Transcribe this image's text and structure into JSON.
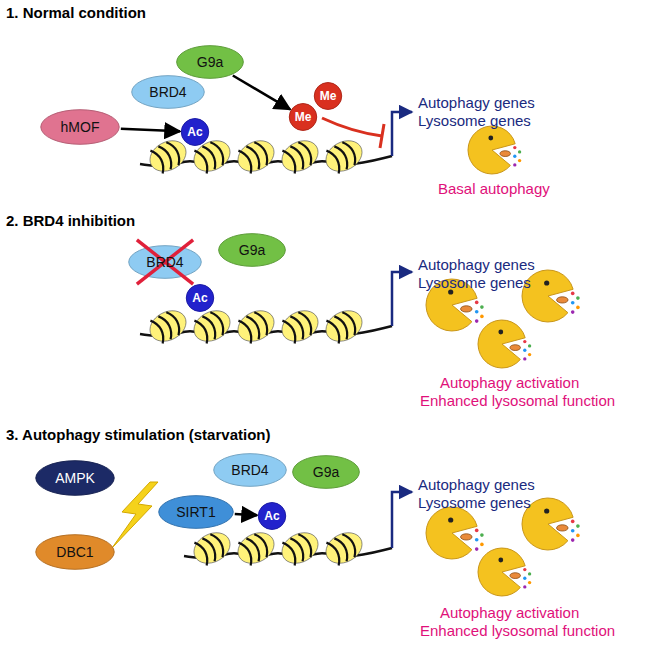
{
  "diagram": {
    "nodes": [
      {
        "text": [
          "G9a"
        ]
      },
      {
        "text": [
          "BRD4"
        ]
      },
      {
        "text": [
          "hMOF"
        ]
      },
      {
        "text": [
          "Ac"
        ]
      },
      {
        "text": [
          "Me"
        ]
      },
      {
        "text": [
          "Me"
        ]
      },
      {
        "text": [
          "BRD4"
        ]
      },
      {
        "text": [
          "G9a"
        ]
      },
      {
        "text": [
          "Ac"
        ]
      },
      {
        "text": [
          "AMPK"
        ]
      },
      {
        "text": [
          "DBC1"
        ]
      },
      {
        "text": [
          "SIRT1"
        ]
      },
      {
        "text": [
          "BRD4"
        ]
      },
      {
        "text": [
          "G9a"
        ]
      },
      {
        "text": [
          "Ac"
        ]
      }
    ],
    "edges": [
      {
        "from": 2,
        "to": 3,
        "arrow": "to"
      },
      {
        "from": 0,
        "to": 4,
        "arrow": "to"
      },
      {
        "from": 11,
        "to": 14,
        "arrow": "to"
      }
    ],
    "labels": [
      "1. Normal condition",
      "Autophagy genes",
      "Lysosome genes",
      "Basal autophagy",
      "2. BRD4 inhibition",
      "Autophagy genes",
      "Lysosome genes",
      "Autophagy activation",
      "Enhanced lysosomal function",
      "3. Autophagy stimulation (starvation)",
      "Autophagy genes",
      "Lysosome genes",
      "Autophagy activation",
      "Enhanced lysosomal function"
    ]
  }
}
